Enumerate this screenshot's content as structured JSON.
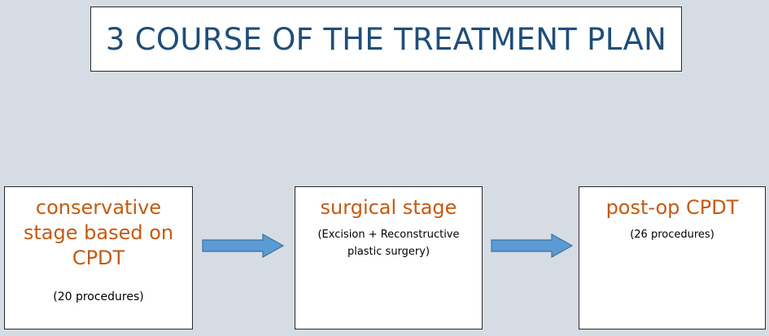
{
  "title": "3 COURSE OF THE TREATMENT PLAN",
  "stages": [
    {
      "title_lines": [
        "conservative",
        "stage based on",
        "CPDT"
      ],
      "note_lines": [
        "(20 procedures)"
      ]
    },
    {
      "title_lines": [
        "surgical stage"
      ],
      "note_lines": [
        "(Excision + Reconstructive",
        "plastic surgery)"
      ]
    },
    {
      "title_lines": [
        "post-op CPDT"
      ],
      "note_lines": [
        "(26 procedures)"
      ]
    }
  ],
  "colors": {
    "background": "#d6dce4",
    "title_text": "#1f4e79",
    "stage_title": "#c55a11",
    "arrow_fill": "#5b9bd5",
    "arrow_stroke": "#41719c"
  }
}
